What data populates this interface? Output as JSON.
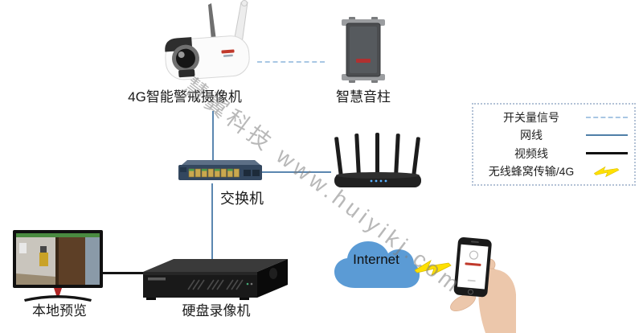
{
  "watermark": {
    "text": "慧翼科技 www.huiyikj.com"
  },
  "devices": {
    "camera": {
      "label": "4G智能警戒摄像机"
    },
    "speaker": {
      "label": "智慧音柱"
    },
    "switch": {
      "label": "交换机"
    },
    "monitor": {
      "label": "本地预览"
    },
    "nvr": {
      "label": "硬盘录像机"
    },
    "cloud": {
      "label": "Internet"
    }
  },
  "legend": {
    "items": [
      {
        "label": "开关量信号",
        "type": "switch-signal-dashed-line"
      },
      {
        "label": "网线",
        "type": "network-cable-blue-line"
      },
      {
        "label": "视频线",
        "type": "video-cable-black-line"
      },
      {
        "label": "无线蜂窝传输/4G",
        "type": "wireless-cellular-lightning"
      }
    ]
  },
  "colors": {
    "network_cable": "#5b87b0",
    "switch_signal": "#a9c7e4",
    "video_cable": "#141414",
    "lightning": "#ffe000",
    "cloud": "#5b9bd5",
    "phone_app_logo": "#c0392b",
    "watermark": "#7d7d7d"
  }
}
